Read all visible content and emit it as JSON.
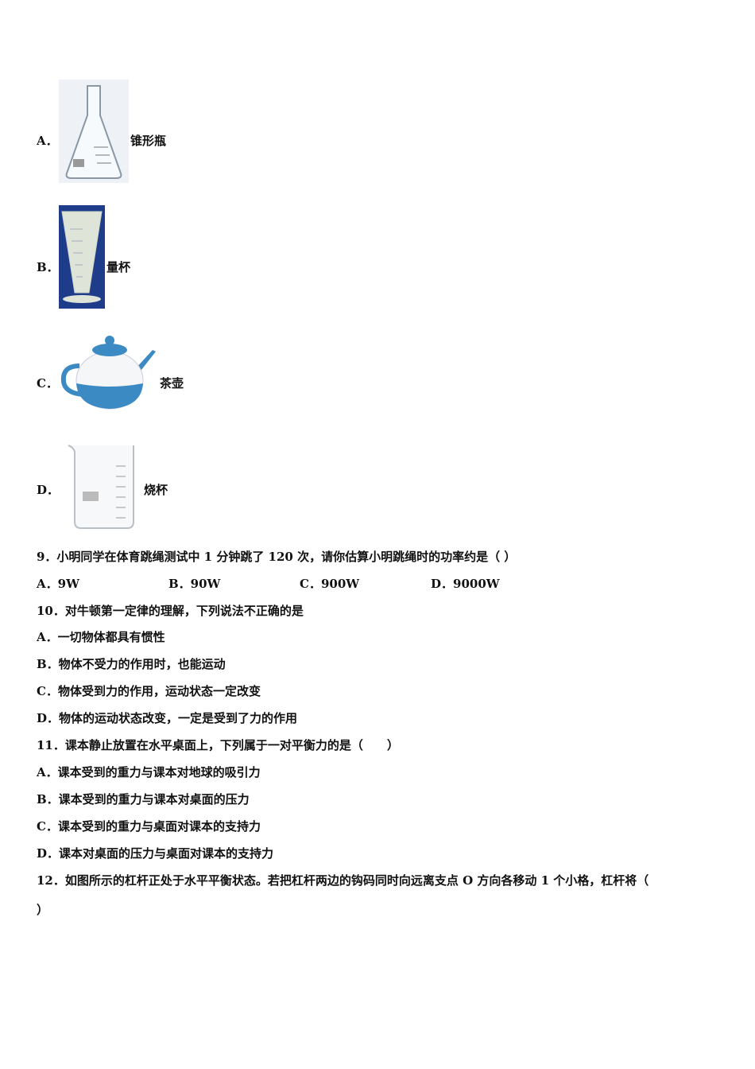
{
  "q8_options": [
    {
      "letter": "A．",
      "label": "锥形瓶",
      "icon": "erlenmeyer-flask"
    },
    {
      "letter": "B．",
      "label": "量杯",
      "icon": "measuring-cup"
    },
    {
      "letter": "C．",
      "label": "茶壶",
      "icon": "teapot"
    },
    {
      "letter": "D．",
      "label": "烧杯",
      "icon": "beaker"
    }
  ],
  "q9": {
    "stem": "9．小明同学在体育跳绳测试中 1 分钟跳了 120 次，请你估算小明跳绳时的功率约是（  ）",
    "options": [
      "A．9W",
      "B．90W",
      "C．900W",
      "D．9000W"
    ]
  },
  "q10": {
    "stem": "10．对牛顿第一定律的理解，下列说法不正确的是",
    "options": [
      "A．一切物体都具有惯性",
      "B．物体不受力的作用时，也能运动",
      "C．物体受到力的作用，运动状态一定改变",
      "D．物体的运动状态改变，一定是受到了力的作用"
    ]
  },
  "q11": {
    "stem": "11．课本静止放置在水平桌面上，下列属于一对平衡力的是（　　）",
    "options": [
      "A．课本受到的重力与课本对地球的吸引力",
      "B．课本受到的重力与课本对桌面的压力",
      "C．课本受到的重力与桌面对课本的支持力",
      "D．课本对桌面的压力与桌面对课本的支持力"
    ]
  },
  "q12": {
    "stem": "12．如图所示的杠杆正处于水平平衡状态。若把杠杆两边的钩码同时向远离支点 O 方向各移动 1 个小格，杠杆将（",
    "stem_end": "）"
  }
}
